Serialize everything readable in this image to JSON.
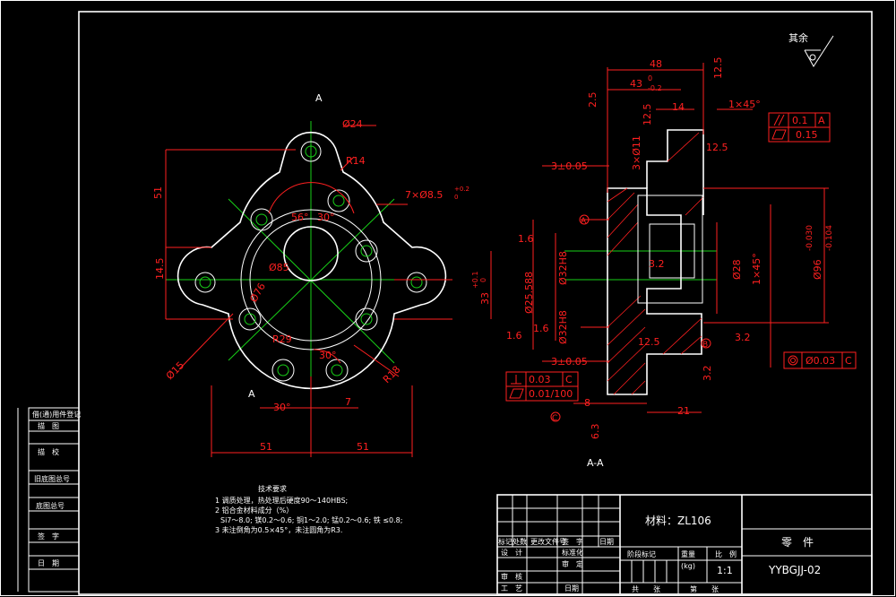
{
  "drawing": {
    "roughness_symbol": "其余",
    "section_marker_top": "A",
    "section_marker_bottom": "A",
    "section_view_label": "A-A"
  },
  "front_view_dims": {
    "d_boss": "Ø24",
    "r14": "R14",
    "holes": "7×Ø8.5",
    "holes_tol": "+0.2",
    "holes_tol2": "0",
    "h51": "51",
    "h14_5": "14.5",
    "h33": "33",
    "h33_tol": "+0.1",
    "h33_tol2": "0",
    "ang56": "56°",
    "ang30a": "30°",
    "ang30b": "30°",
    "ang30c": "30°",
    "d85": "Ø85",
    "d76": "Ø76",
    "r29": "R29",
    "r18": "R18",
    "d15": "Ø15",
    "d7": "7",
    "w51a": "51",
    "w51b": "51"
  },
  "section_dims": {
    "d48": "48",
    "d43": "43",
    "d43_tol": "0",
    "d43_tol2": "-0.2",
    "d12_5a": "12.5",
    "d12_5b": "12.5",
    "d12_5c": "12.5",
    "d12_5d": "12.5",
    "d14": "14",
    "c1x45a": "1×45°",
    "c1x45b": "1×45°",
    "d3x11": "3×Ø11",
    "d3_05a": "3±0.05",
    "d3_05b": "3±0.05",
    "d1_6a": "1.6",
    "d1_6b": "1.6",
    "d1_6c": "1.6",
    "d3_2a": "3.2",
    "d3_2b": "3.2",
    "d3_2c": "3.2",
    "d6_3": "6.3",
    "d8": "8",
    "d21": "21",
    "d25": "Ø25.588",
    "d32a": "Ø32H8",
    "d32b": "Ø32H8",
    "d28": "Ø28",
    "d96": "Ø96",
    "d96_tol": "-0.030",
    "d96_tol2": "-0.104",
    "d2_5": "2.5"
  },
  "tolerances": {
    "parallel_value": "0.1",
    "parallel_datum": "A",
    "flat_value": "0.15",
    "runout_value": "Ø0.03",
    "runout_datum": "C",
    "perp_value": "0.03",
    "perp_datum": "C",
    "flat2_value": "0.01/100",
    "datum_a": "A",
    "datum_b": "B",
    "datum_c": "C"
  },
  "tech_notes": {
    "title": "技术要求",
    "line1": "1 调质处理，热处理后硬度90～140HBS;",
    "line2": "2 铝合金材料成分（%）",
    "line3": "Si7～8.0; 镁0.2～0.6; 铜1～2.0; 锰0.2～0.6; 铁 ≤0.8;",
    "line4": "3 未注倒角为0.5×45°，未注圆角为R3."
  },
  "title_block": {
    "material": "材料：ZL106",
    "part_label": "零　件",
    "drawing_no": "YYBGJJ-02",
    "scale_label": "比　例",
    "scale_value": "1:1",
    "weight_label": "重量",
    "weight_unit": "(kg)",
    "stage_label": "阶段标记",
    "sheets_total": "共　　张",
    "sheet_no": "第　　张",
    "mark_col": "标记处数",
    "file_col": "更改文件号",
    "sign_col": "签　字",
    "date_col": "日期",
    "design": "设　计",
    "standard": "标准化",
    "check": "审　核",
    "approve": "审　定",
    "process": "工　艺",
    "date": "日期"
  },
  "side_table": {
    "r1": "借(通)用件登记",
    "r2": "描　图",
    "r3": "描　校",
    "r4": "旧底图总号",
    "r5": "底图总号",
    "r6": "签　字",
    "r7": "日　期"
  }
}
